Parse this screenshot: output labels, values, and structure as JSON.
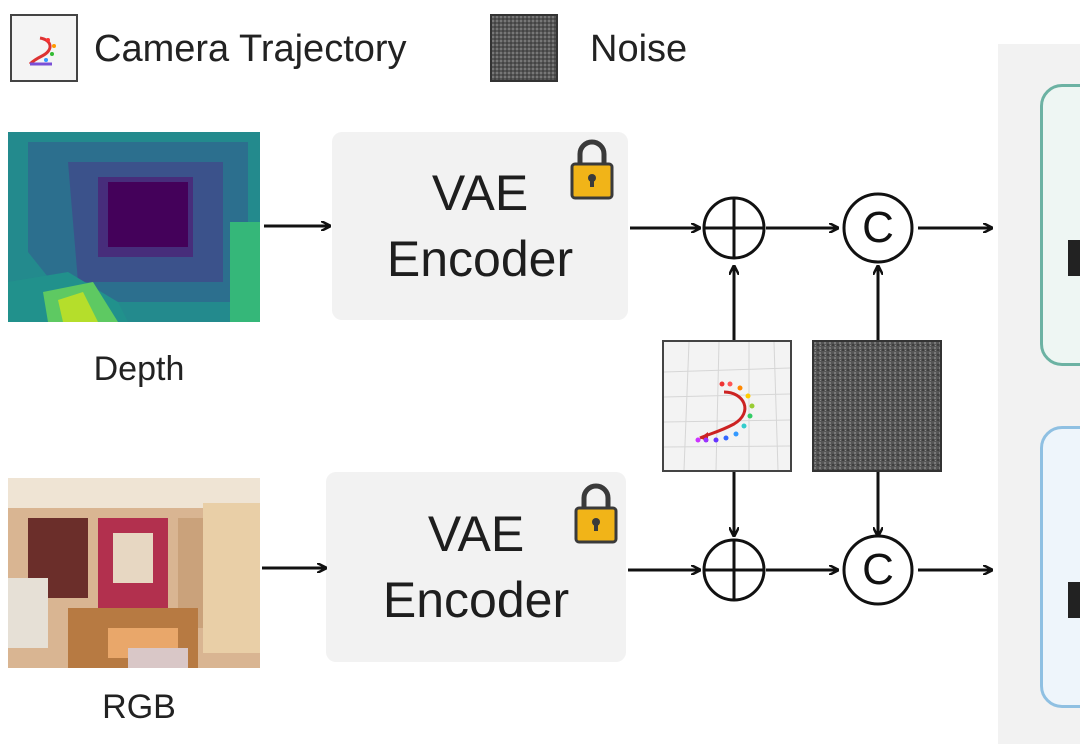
{
  "legend": {
    "camera_label": "Camera Trajectory",
    "noise_label": "Noise"
  },
  "inputs": {
    "depth_caption": "Depth",
    "rgb_caption": "RGB"
  },
  "encoders": {
    "top": {
      "line1": "VAE",
      "line2": "Encoder"
    },
    "bottom": {
      "line1": "VAE",
      "line2": "Encoder"
    }
  },
  "ops": {
    "add_symbol": "⊕",
    "concat_symbol": "C"
  },
  "colors": {
    "lock_gold": "#f1b418",
    "top_block_border": "#6cb2a3",
    "bottom_block_border": "#8fc0e2"
  }
}
